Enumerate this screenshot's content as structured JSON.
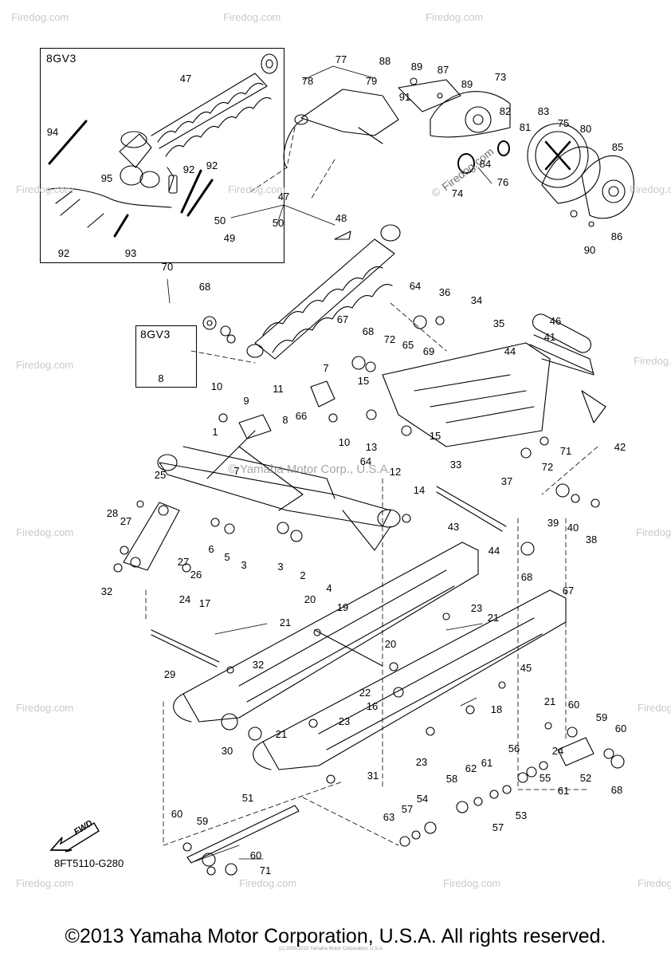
{
  "diagram": {
    "code": "8FT5110-G280",
    "footer": "©2013 Yamaha Motor Corporation, U.S.A. All rights reserved.",
    "mid_copyright": "© Yamaha Motor Corp., U.S.A.",
    "tiny_copyright": "(c) 2000-2015 Yamaha Motor Corporation, U.S.A.",
    "fwd_label": "FWD",
    "watermark_text": "Firedog.com",
    "watermark_copyright": "©",
    "inset_main_label": "8GV3",
    "inset_small_label": "8GV3",
    "inset_small_part": "8"
  },
  "parts": [
    {
      "id": "p77",
      "num": "77"
    },
    {
      "id": "p78",
      "num": "78"
    },
    {
      "id": "p79",
      "num": "79"
    },
    {
      "id": "p88",
      "num": "88"
    },
    {
      "id": "p89a",
      "num": "89"
    },
    {
      "id": "p87",
      "num": "87"
    },
    {
      "id": "p89b",
      "num": "89"
    },
    {
      "id": "p73",
      "num": "73"
    },
    {
      "id": "p91",
      "num": "91"
    },
    {
      "id": "p82",
      "num": "82"
    },
    {
      "id": "p83",
      "num": "83"
    },
    {
      "id": "p75",
      "num": "75"
    },
    {
      "id": "p80",
      "num": "80"
    },
    {
      "id": "p81",
      "num": "81"
    },
    {
      "id": "p84",
      "num": "84"
    },
    {
      "id": "p74",
      "num": "74"
    },
    {
      "id": "p76",
      "num": "76"
    },
    {
      "id": "p85",
      "num": "85"
    },
    {
      "id": "p86",
      "num": "86"
    },
    {
      "id": "p90",
      "num": "90"
    },
    {
      "id": "p47a",
      "num": "47"
    },
    {
      "id": "p94",
      "num": "94"
    },
    {
      "id": "p95",
      "num": "95"
    },
    {
      "id": "p92a",
      "num": "92"
    },
    {
      "id": "p92b",
      "num": "92"
    },
    {
      "id": "p92c",
      "num": "92"
    },
    {
      "id": "p93",
      "num": "93"
    },
    {
      "id": "p47b",
      "num": "47"
    },
    {
      "id": "p50a",
      "num": "50"
    },
    {
      "id": "p50b",
      "num": "50"
    },
    {
      "id": "p49",
      "num": "49"
    },
    {
      "id": "p48",
      "num": "48"
    },
    {
      "id": "p70",
      "num": "70"
    },
    {
      "id": "p68a",
      "num": "68"
    },
    {
      "id": "p64a",
      "num": "64"
    },
    {
      "id": "p36",
      "num": "36"
    },
    {
      "id": "p34",
      "num": "34"
    },
    {
      "id": "p35",
      "num": "35"
    },
    {
      "id": "p41",
      "num": "41"
    },
    {
      "id": "p46",
      "num": "46"
    },
    {
      "id": "p44a",
      "num": "44"
    },
    {
      "id": "p67a",
      "num": "67"
    },
    {
      "id": "p68b",
      "num": "68"
    },
    {
      "id": "p72a",
      "num": "72"
    },
    {
      "id": "p65",
      "num": "65"
    },
    {
      "id": "p69",
      "num": "69"
    },
    {
      "id": "p9",
      "num": "9"
    },
    {
      "id": "p11",
      "num": "11"
    },
    {
      "id": "p7a",
      "num": "7"
    },
    {
      "id": "p15a",
      "num": "15"
    },
    {
      "id": "p10a",
      "num": "10"
    },
    {
      "id": "p8",
      "num": "8"
    },
    {
      "id": "p66",
      "num": "66"
    },
    {
      "id": "p10b",
      "num": "10"
    },
    {
      "id": "p13",
      "num": "13"
    },
    {
      "id": "p15b",
      "num": "15"
    },
    {
      "id": "p71a",
      "num": "71"
    },
    {
      "id": "p42",
      "num": "42"
    },
    {
      "id": "p1",
      "num": "1"
    },
    {
      "id": "p7b",
      "num": "7"
    },
    {
      "id": "p12",
      "num": "12"
    },
    {
      "id": "p33",
      "num": "33"
    },
    {
      "id": "p37",
      "num": "37"
    },
    {
      "id": "p72b",
      "num": "72"
    },
    {
      "id": "p25",
      "num": "25"
    },
    {
      "id": "p64b",
      "num": "64"
    },
    {
      "id": "p14",
      "num": "14"
    },
    {
      "id": "p43",
      "num": "43"
    },
    {
      "id": "p39",
      "num": "39"
    },
    {
      "id": "p40",
      "num": "40"
    },
    {
      "id": "p38",
      "num": "38"
    },
    {
      "id": "p28",
      "num": "28"
    },
    {
      "id": "p27a",
      "num": "27"
    },
    {
      "id": "p6",
      "num": "6"
    },
    {
      "id": "p5",
      "num": "5"
    },
    {
      "id": "p3a",
      "num": "3"
    },
    {
      "id": "p44b",
      "num": "44"
    },
    {
      "id": "p27b",
      "num": "27"
    },
    {
      "id": "p26",
      "num": "26"
    },
    {
      "id": "p3b",
      "num": "3"
    },
    {
      "id": "p2",
      "num": "2"
    },
    {
      "id": "p4",
      "num": "4"
    },
    {
      "id": "p68c",
      "num": "68"
    },
    {
      "id": "p67b",
      "num": "67"
    },
    {
      "id": "p32a",
      "num": "32"
    },
    {
      "id": "p24a",
      "num": "24"
    },
    {
      "id": "p17",
      "num": "17"
    },
    {
      "id": "p20a",
      "num": "20"
    },
    {
      "id": "p19",
      "num": "19"
    },
    {
      "id": "p23a",
      "num": "23"
    },
    {
      "id": "p21a",
      "num": "21"
    },
    {
      "id": "p21b",
      "num": "21"
    },
    {
      "id": "p29",
      "num": "29"
    },
    {
      "id": "p32b",
      "num": "32"
    },
    {
      "id": "p20b",
      "num": "20"
    },
    {
      "id": "p45",
      "num": "45"
    },
    {
      "id": "p22",
      "num": "22"
    },
    {
      "id": "p16",
      "num": "16"
    },
    {
      "id": "p18",
      "num": "18"
    },
    {
      "id": "p21c",
      "num": "21"
    },
    {
      "id": "p60a",
      "num": "60"
    },
    {
      "id": "p59a",
      "num": "59"
    },
    {
      "id": "p60b",
      "num": "60"
    },
    {
      "id": "p21d",
      "num": "21"
    },
    {
      "id": "p23b",
      "num": "23"
    },
    {
      "id": "p24b",
      "num": "24"
    },
    {
      "id": "p30",
      "num": "30"
    },
    {
      "id": "p23c",
      "num": "23"
    },
    {
      "id": "p56",
      "num": "56"
    },
    {
      "id": "p52",
      "num": "52"
    },
    {
      "id": "p68d",
      "num": "68"
    },
    {
      "id": "p31",
      "num": "31"
    },
    {
      "id": "p61a",
      "num": "61"
    },
    {
      "id": "p62",
      "num": "62"
    },
    {
      "id": "p58",
      "num": "58"
    },
    {
      "id": "p55",
      "num": "55"
    },
    {
      "id": "p61b",
      "num": "61"
    },
    {
      "id": "p51",
      "num": "51"
    },
    {
      "id": "p54",
      "num": "54"
    },
    {
      "id": "p53",
      "num": "53"
    },
    {
      "id": "p57a",
      "num": "57"
    },
    {
      "id": "p57b",
      "num": "57"
    },
    {
      "id": "p63",
      "num": "63"
    },
    {
      "id": "p60c",
      "num": "60"
    },
    {
      "id": "p59b",
      "num": "59"
    },
    {
      "id": "p60d",
      "num": "60"
    },
    {
      "id": "p71b",
      "num": "71"
    }
  ]
}
